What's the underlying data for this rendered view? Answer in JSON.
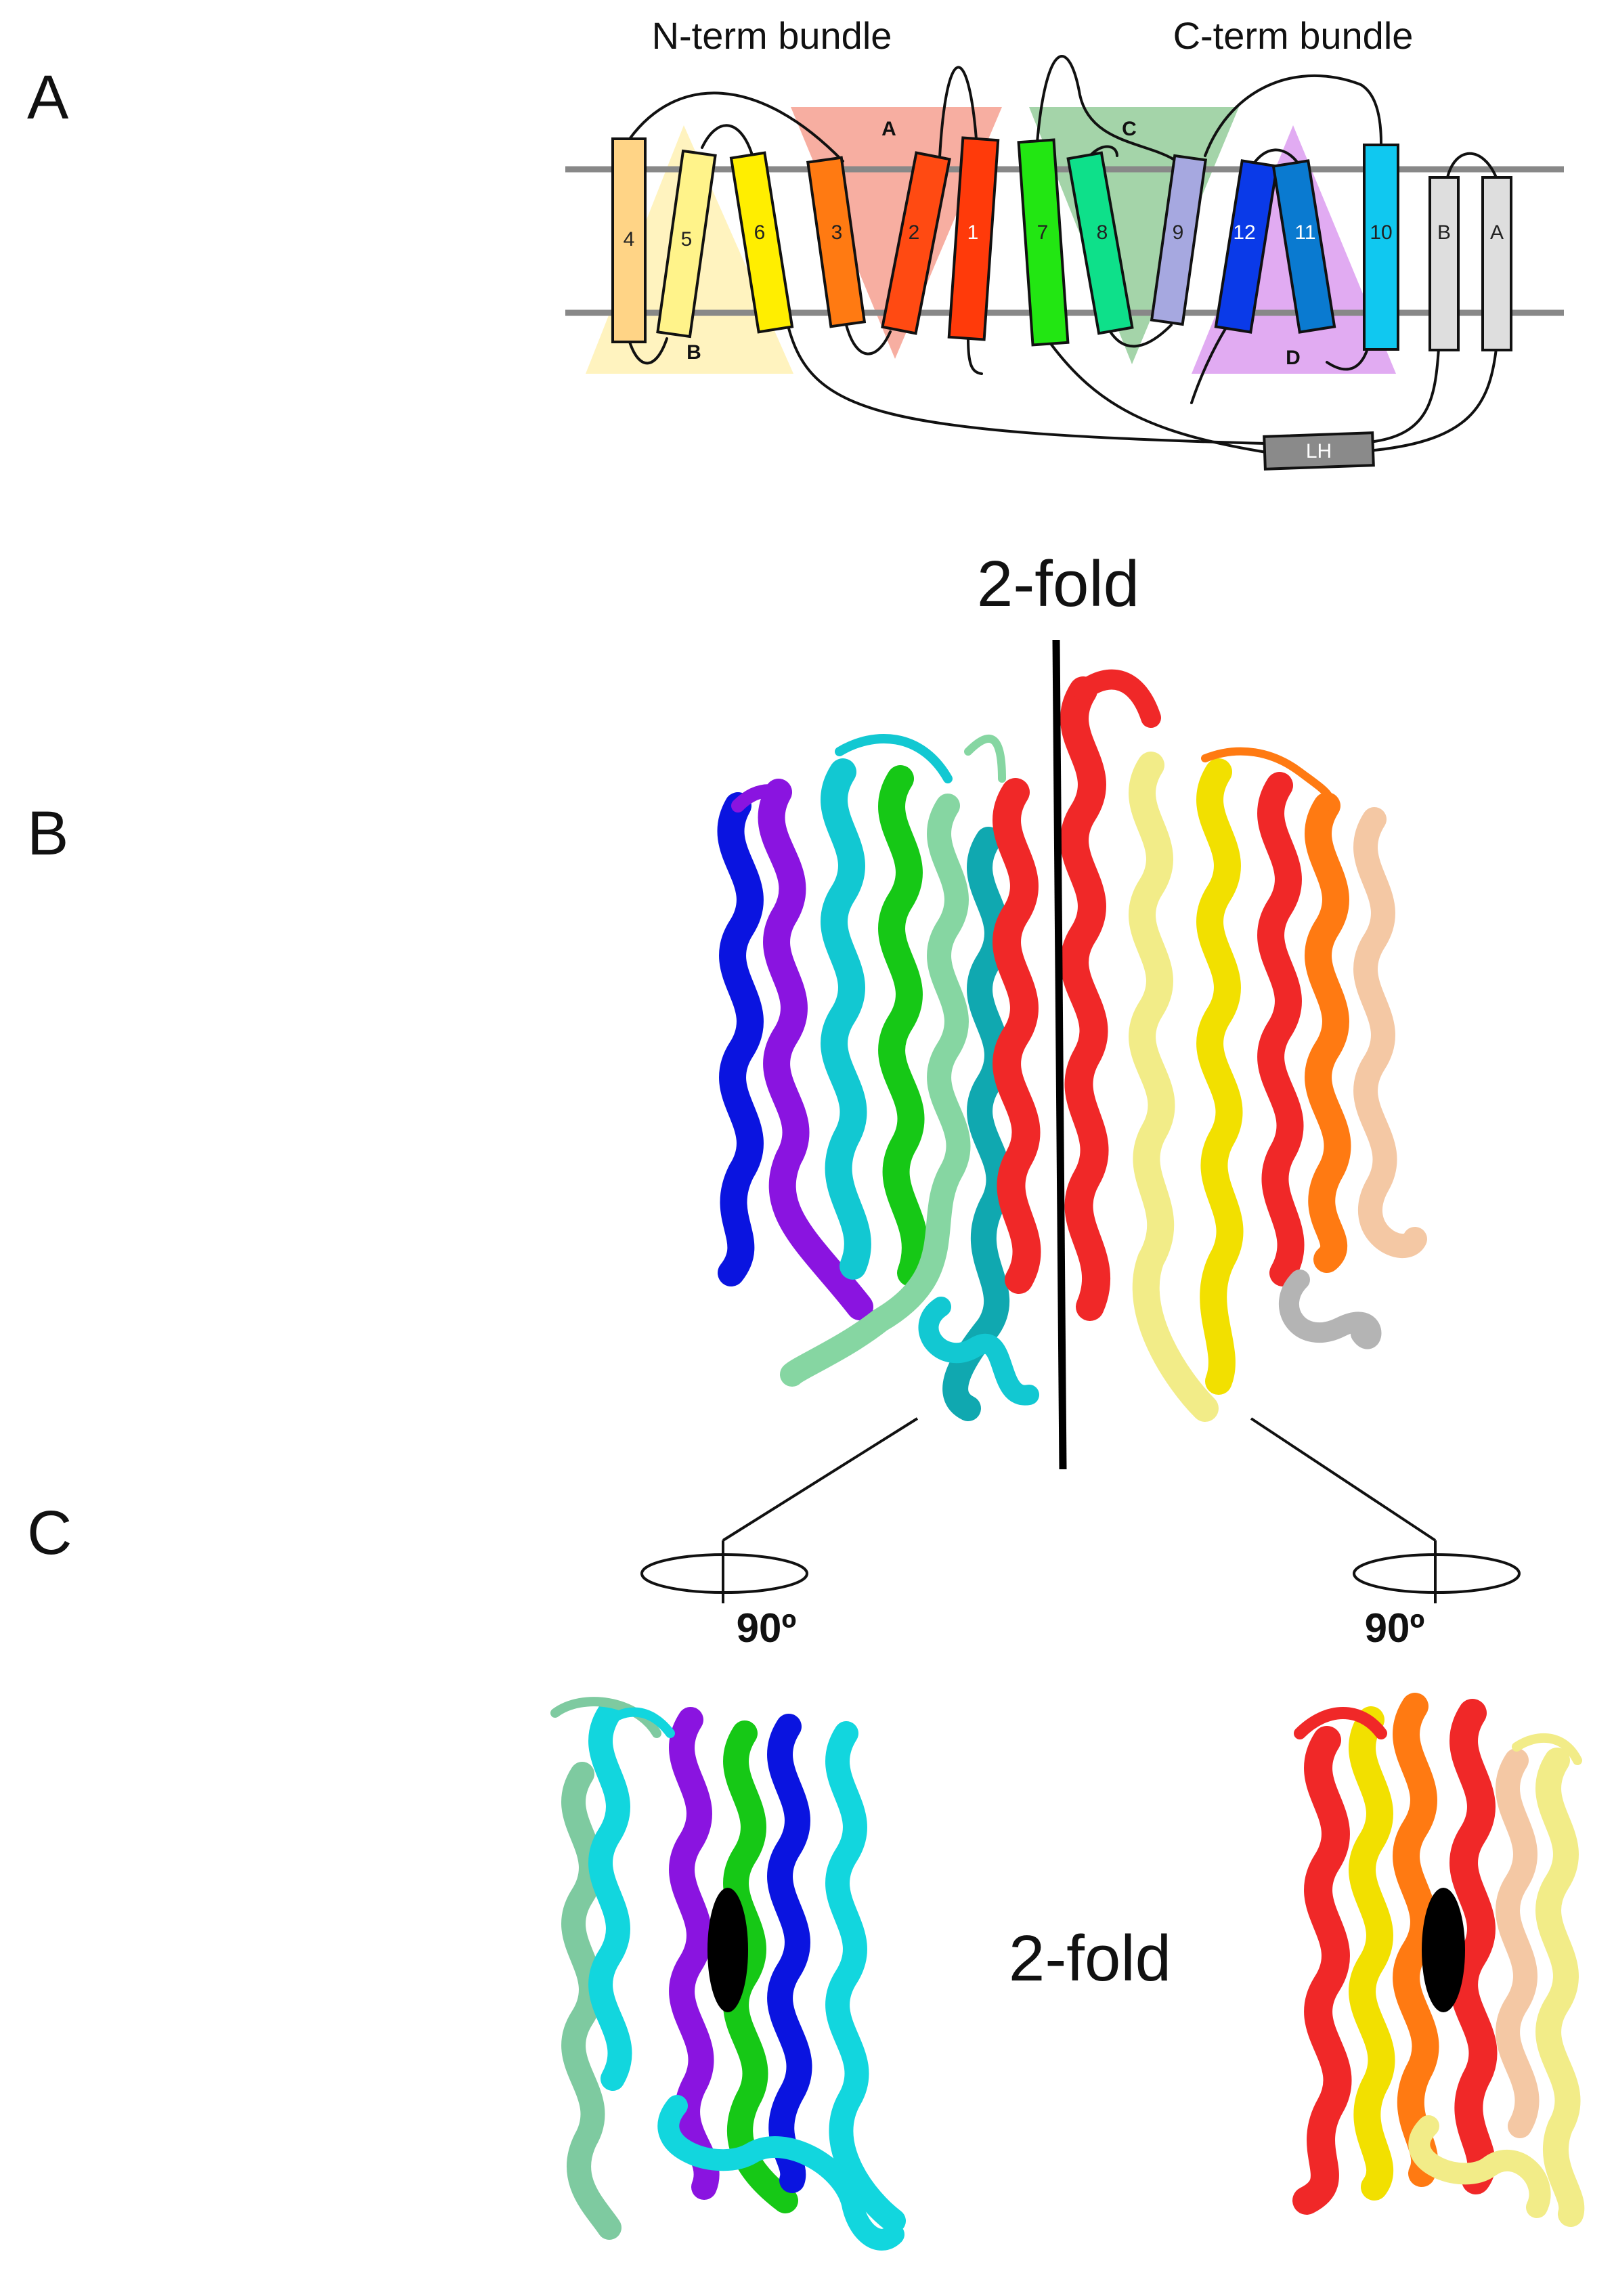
{
  "panels": {
    "a": "A",
    "b": "B",
    "c": "C"
  },
  "bundles": {
    "n_term": "N-term bundle",
    "c_term": "C-term bundle"
  },
  "triangles": {
    "a": "A",
    "b": "B",
    "c": "C",
    "d": "D"
  },
  "helices": {
    "h1": "1",
    "h2": "2",
    "h3": "3",
    "h4": "4",
    "h5": "5",
    "h6": "6",
    "h7": "7",
    "h8": "8",
    "h9": "9",
    "h10": "10",
    "h11": "11",
    "h12": "12",
    "hA": "A",
    "hB": "B"
  },
  "lateral_helix": "LH",
  "symmetry": {
    "axis_label_b": "2-fold",
    "axis_label_c": "2-fold",
    "rotation_left": "90º",
    "rotation_right": "90º"
  },
  "colors": {
    "h1": "#ff3a0a",
    "h2": "#ff4a12",
    "h3": "#ff7a12",
    "h4": "#ffd486",
    "h5": "#fff38a",
    "h6": "#ffee00",
    "h7": "#22e612",
    "h8": "#0ee08a",
    "h9": "#a6a8e0",
    "h10": "#10c8f0",
    "h11": "#0a7ad0",
    "h12": "#0a3ae8",
    "hA": "#dedede",
    "hB": "#dedede",
    "tri_a": "#f6a090",
    "tri_b": "#fff2b8",
    "tri_c": "#94cc9a",
    "tri_d": "#dc9cf0",
    "membrane": "#888888"
  }
}
